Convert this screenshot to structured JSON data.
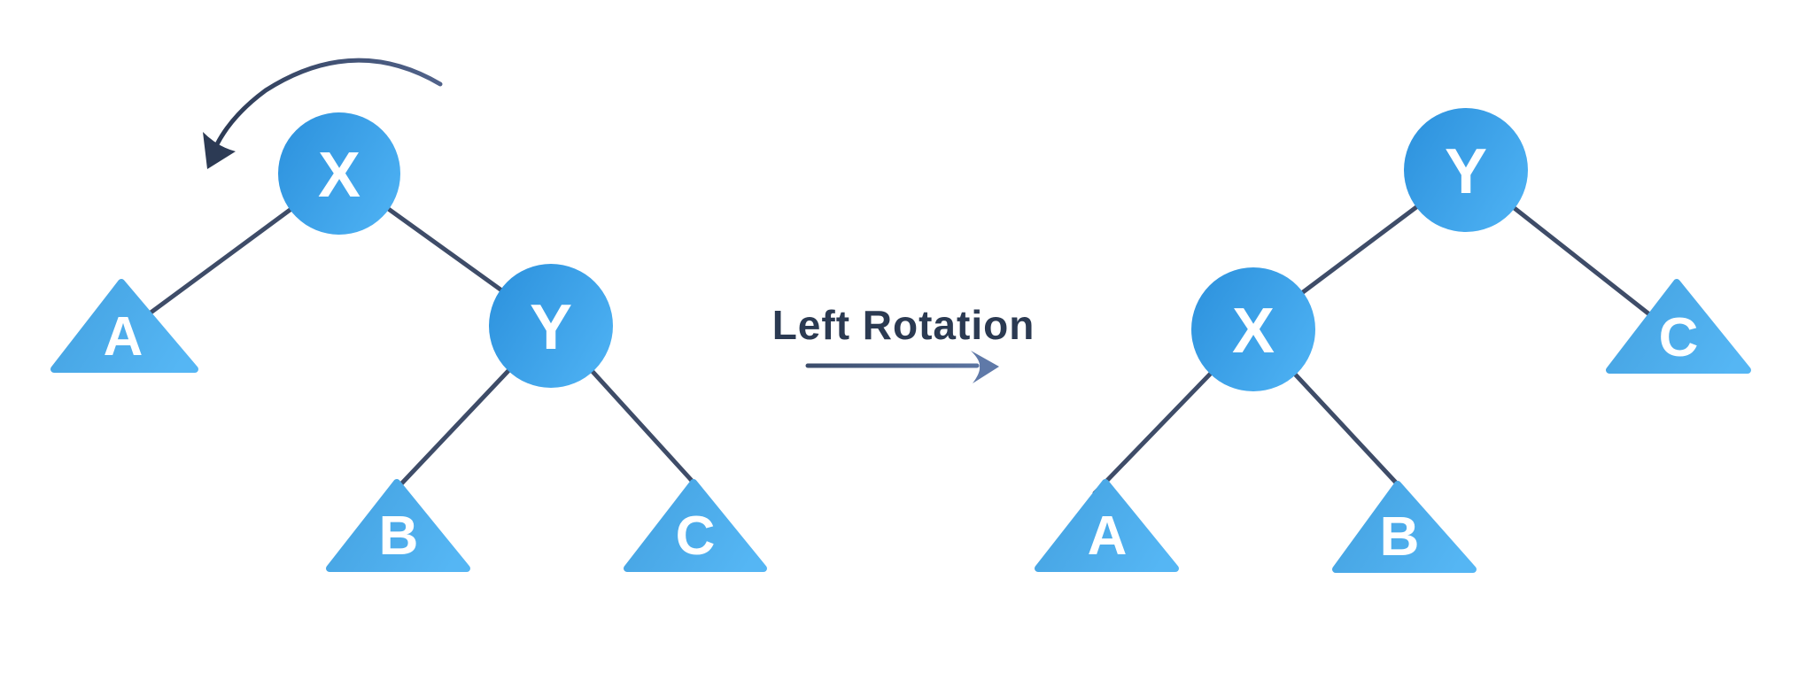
{
  "diagram": {
    "kind": "binary-tree-left-rotation",
    "transform": {
      "label": "Left Rotation"
    },
    "before_tree": {
      "root_label": "X",
      "right_child_label": "Y",
      "subtree_a_label": "A",
      "subtree_b_label": "B",
      "subtree_c_label": "C",
      "edges": [
        "X → A",
        "X → Y",
        "Y → B",
        "Y → C"
      ],
      "rotation_hint": "counter-clockwise arrow above root X"
    },
    "after_tree": {
      "root_label": "Y",
      "left_child_label": "X",
      "subtree_a_label": "A",
      "subtree_b_label": "B",
      "subtree_c_label": "C",
      "edges": [
        "Y → X",
        "Y → C",
        "X → A",
        "X → B"
      ]
    }
  },
  "colors": {
    "background": "#ffffff",
    "node_gradient_start": "#2e93de",
    "node_gradient_end": "#4db1f3",
    "subtree_gradient_start": "#45a3e2",
    "subtree_gradient_end": "#55b6f4",
    "edge": "#3e4c68",
    "rotation_arrow_dark": "#2c3a54",
    "rotation_arrow_light": "#50628a",
    "transform_arrow_start": "#3b4c6a",
    "transform_arrow_end": "#5f79a8",
    "node_text": "#ffffff",
    "caption_text": "#2b3a52"
  }
}
